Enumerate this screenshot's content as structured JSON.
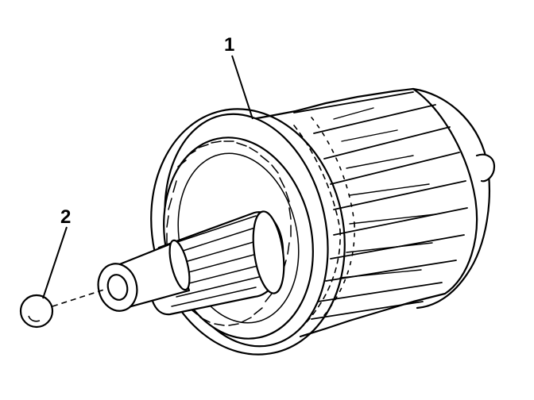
{
  "callouts": [
    {
      "number": "1",
      "target": "armature-assembly"
    },
    {
      "number": "2",
      "target": "ball"
    }
  ],
  "colors": {
    "line": "#000000",
    "background": "#ffffff"
  }
}
